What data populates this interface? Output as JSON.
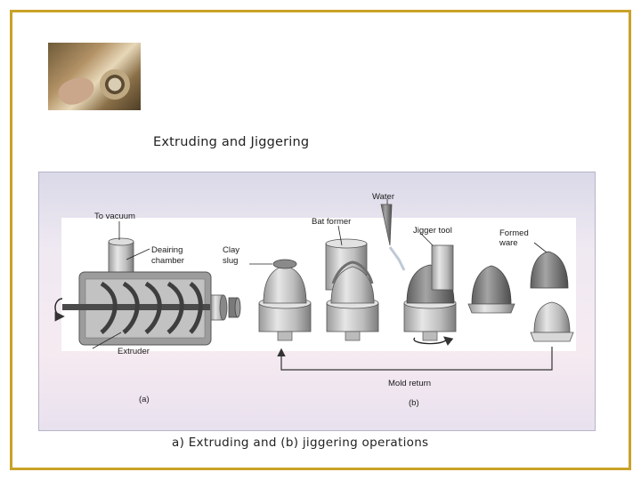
{
  "slide": {
    "title": "Extruding and Jiggering",
    "caption": "a)  Extruding and (b) jiggering operations"
  },
  "photo": {
    "icon": "pottery-wheel-photo"
  },
  "diagram": {
    "labels": {
      "to_vacuum": "To vacuum",
      "deairing_chamber_1": "Deairing",
      "deairing_chamber_2": "chamber",
      "clay_slug_1": "Clay",
      "clay_slug_2": "slug",
      "extruder": "Extruder",
      "water": "Water",
      "bat_former": "Bat former",
      "jigger_tool": "Jigger tool",
      "formed_ware_1": "Formed",
      "formed_ware_2": "ware",
      "mold_return": "Mold return",
      "part_a": "(a)",
      "part_b": "(b)"
    }
  },
  "colors": {
    "frame_border": "#c9a227"
  }
}
